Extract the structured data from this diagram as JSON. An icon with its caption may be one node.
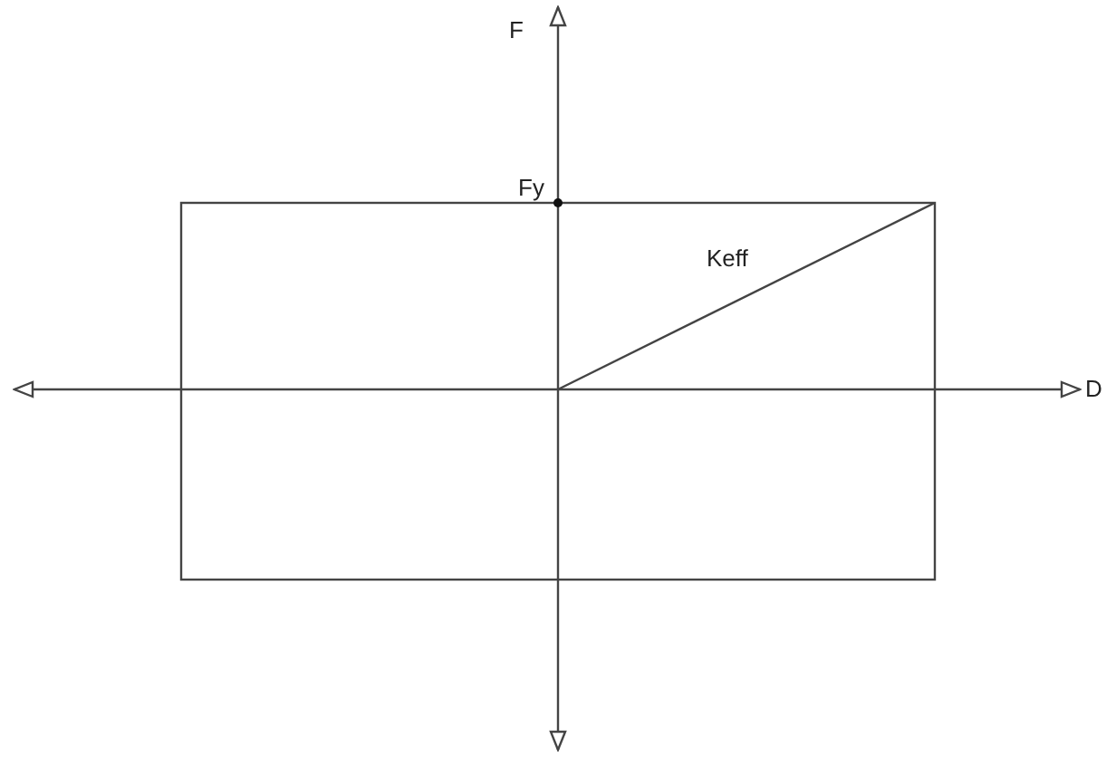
{
  "diagram": {
    "labels": [
      "F",
      "Fy",
      "Keff",
      "D"
    ]
  }
}
